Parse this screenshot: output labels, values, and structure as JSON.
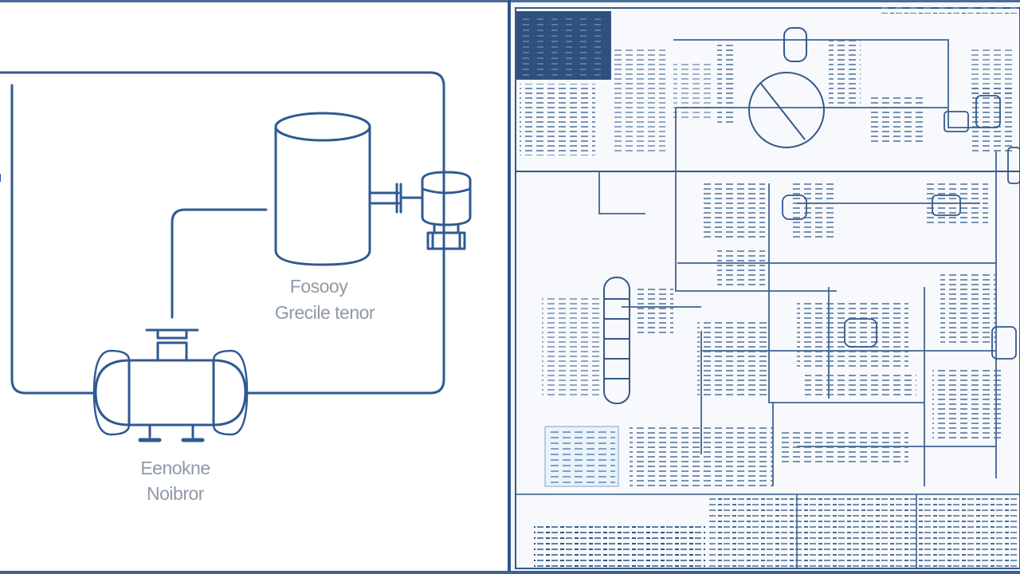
{
  "left_diagram": {
    "tank_label_line1": "Fosooy",
    "tank_label_line2": "Grecile tenor",
    "vessel_label_line1": "Eenokne",
    "vessel_label_line2": "Noibror"
  },
  "colors": {
    "line": "#2f5a92",
    "divider": "#2f5588",
    "schematic_bg": "#f4f7fb",
    "label": "#8e9aa8"
  }
}
